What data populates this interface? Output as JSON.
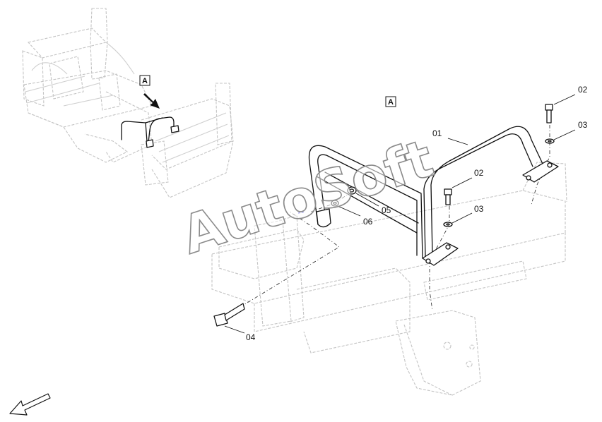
{
  "view_label": "A",
  "watermark": "AutoSoft",
  "callouts": {
    "c01": "01",
    "c02_top": "02",
    "c03_top": "03",
    "c02_mid": "02",
    "c03_mid": "03",
    "c04": "04",
    "c05": "05",
    "c06": "06"
  },
  "icons": {
    "view_arrow": "arrow-down-right-icon",
    "orientation_arrow": "arrow-down-left-icon"
  }
}
